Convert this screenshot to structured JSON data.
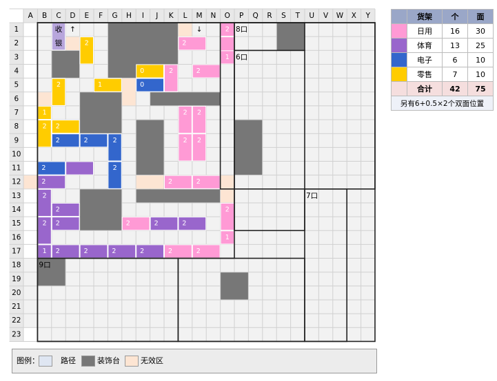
{
  "columns": [
    "A",
    "B",
    "C",
    "D",
    "E",
    "F",
    "G",
    "H",
    "I",
    "J",
    "K",
    "L",
    "M",
    "N",
    "O",
    "P",
    "Q",
    "R",
    "S",
    "T",
    "U",
    "V",
    "W",
    "X",
    "Y"
  ],
  "rows": [
    "1",
    "2",
    "3",
    "4",
    "5",
    "6",
    "7",
    "8",
    "9",
    "10",
    "11",
    "12",
    "13",
    "14",
    "15",
    "16",
    "17",
    "18",
    "19",
    "20",
    "21",
    "22",
    "23"
  ],
  "colors": {
    "pink": "#ff9ad5",
    "purple": "#9966cc",
    "blue": "#3366cc",
    "yellow": "#ffcc00",
    "gray": "#777777",
    "path": "#f2f2f2",
    "invalid": "#fde5d3",
    "cashier": "#b8a6dc"
  },
  "regions": [
    {
      "type": "path",
      "c0": 1,
      "c1": 25,
      "r0": 0,
      "r1": 23
    },
    {
      "type": "path",
      "c0": 0,
      "c1": 25,
      "r0": 17,
      "r1": 22
    }
  ],
  "shelves": [
    {
      "type": "gray",
      "c0": 6,
      "c1": 11,
      "r0": 0,
      "r1": 4
    },
    {
      "type": "gray",
      "c0": 9,
      "c1": 11,
      "r0": 3,
      "r1": 4
    },
    {
      "type": "gray",
      "c0": 18,
      "c1": 20,
      "r0": 0,
      "r1": 2
    },
    {
      "type": "gray",
      "c0": 2,
      "c1": 4,
      "r0": 2,
      "r1": 4
    },
    {
      "type": "gray",
      "c0": 4,
      "c1": 7,
      "r0": 5,
      "r1": 8
    },
    {
      "type": "gray",
      "c0": 9,
      "c1": 14,
      "r0": 5,
      "r1": 6
    },
    {
      "type": "gray",
      "c0": 8,
      "c1": 10,
      "r0": 7,
      "r1": 11
    },
    {
      "type": "gray",
      "c0": 15,
      "c1": 17,
      "r0": 7,
      "r1": 11
    },
    {
      "type": "gray",
      "c0": 4,
      "c1": 7,
      "r0": 12,
      "r1": 15
    },
    {
      "type": "gray",
      "c0": 8,
      "c1": 14,
      "r0": 12,
      "r1": 13
    },
    {
      "type": "gray",
      "c0": 1,
      "c1": 3,
      "r0": 17,
      "r1": 19
    },
    {
      "type": "gray",
      "c0": 14,
      "c1": 16,
      "r0": 18,
      "r1": 20
    },
    {
      "type": "invalid",
      "c0": 11,
      "c1": 12,
      "r0": 0,
      "r1": 1
    },
    {
      "type": "invalid",
      "c0": 3,
      "c1": 4,
      "r0": 1,
      "r1": 2
    },
    {
      "type": "invalid",
      "c0": 7,
      "c1": 8,
      "r0": 4,
      "r1": 6
    },
    {
      "type": "invalid",
      "c0": 1,
      "c1": 3,
      "r0": 5,
      "r1": 6
    },
    {
      "type": "invalid",
      "c0": 0,
      "c1": 1,
      "r0": 11,
      "r1": 12
    },
    {
      "type": "invalid",
      "c0": 8,
      "c1": 10,
      "r0": 11,
      "r1": 12
    },
    {
      "type": "invalid",
      "c0": 14,
      "c1": 15,
      "r0": 11,
      "r1": 13
    },
    {
      "type": "cashier",
      "c0": 2,
      "c1": 3,
      "r0": 0,
      "r1": 2
    },
    {
      "type": "pink",
      "c0": 14,
      "c1": 15,
      "r0": 0,
      "r1": 1,
      "label": "2"
    },
    {
      "type": "pink",
      "c0": 11,
      "c1": 13,
      "r0": 1,
      "r1": 2,
      "label": "2"
    },
    {
      "type": "pink",
      "c0": 14,
      "c1": 15,
      "r0": 1,
      "r1": 3,
      "label": ""
    },
    {
      "type": "pink",
      "c0": 14,
      "c1": 15,
      "r0": 2,
      "r1": 3,
      "label": "1"
    },
    {
      "type": "pink",
      "c0": 10,
      "c1": 11,
      "r0": 3,
      "r1": 5,
      "label": "2"
    },
    {
      "type": "pink",
      "c0": 12,
      "c1": 14,
      "r0": 3,
      "r1": 4,
      "label": "2"
    },
    {
      "type": "pink",
      "c0": 11,
      "c1": 12,
      "r0": 6,
      "r1": 8,
      "label": "2"
    },
    {
      "type": "pink",
      "c0": 12,
      "c1": 13,
      "r0": 6,
      "r1": 8,
      "label": "2"
    },
    {
      "type": "pink",
      "c0": 11,
      "c1": 12,
      "r0": 8,
      "r1": 10,
      "label": "2"
    },
    {
      "type": "pink",
      "c0": 12,
      "c1": 13,
      "r0": 8,
      "r1": 10,
      "label": "2"
    },
    {
      "type": "pink",
      "c0": 10,
      "c1": 12,
      "r0": 11,
      "r1": 12,
      "label": "2"
    },
    {
      "type": "pink",
      "c0": 12,
      "c1": 14,
      "r0": 11,
      "r1": 12,
      "label": "2"
    },
    {
      "type": "pink",
      "c0": 14,
      "c1": 15,
      "r0": 13,
      "r1": 15,
      "label": "2"
    },
    {
      "type": "pink",
      "c0": 14,
      "c1": 15,
      "r0": 15,
      "r1": 16,
      "label": "1"
    },
    {
      "type": "pink",
      "c0": 7,
      "c1": 9,
      "r0": 14,
      "r1": 15,
      "label": "2"
    },
    {
      "type": "pink",
      "c0": 10,
      "c1": 12,
      "r0": 16,
      "r1": 17,
      "label": "2"
    },
    {
      "type": "pink",
      "c0": 12,
      "c1": 14,
      "r0": 16,
      "r1": 17,
      "label": "2"
    },
    {
      "type": "purple",
      "c0": 1,
      "c1": 2,
      "r0": 12,
      "r1": 14,
      "label": "2"
    },
    {
      "type": "purple",
      "c0": 1,
      "c1": 2,
      "r0": 14,
      "r1": 16,
      "label": "2"
    },
    {
      "type": "purple",
      "c0": 1,
      "c1": 2,
      "r0": 16,
      "r1": 17,
      "label": "1"
    },
    {
      "type": "purple",
      "c0": 2,
      "c1": 4,
      "r0": 16,
      "r1": 17,
      "label": "2"
    },
    {
      "type": "purple",
      "c0": 4,
      "c1": 6,
      "r0": 16,
      "r1": 17,
      "label": "2"
    },
    {
      "type": "purple",
      "c0": 6,
      "c1": 8,
      "r0": 16,
      "r1": 17,
      "label": "2"
    },
    {
      "type": "purple",
      "c0": 8,
      "c1": 10,
      "r0": 16,
      "r1": 17,
      "label": "2"
    },
    {
      "type": "purple",
      "c0": 2,
      "c1": 4,
      "r0": 13,
      "r1": 14,
      "label": "2"
    },
    {
      "type": "purple",
      "c0": 2,
      "c1": 4,
      "r0": 14,
      "r1": 15,
      "label": "2"
    },
    {
      "type": "purple",
      "c0": 9,
      "c1": 11,
      "r0": 14,
      "r1": 15,
      "label": "2"
    },
    {
      "type": "purple",
      "c0": 11,
      "c1": 13,
      "r0": 14,
      "r1": 15,
      "label": "2"
    },
    {
      "type": "purple",
      "c0": 3,
      "c1": 5,
      "r0": 10,
      "r1": 11,
      "label": ""
    },
    {
      "type": "purple",
      "c0": 1,
      "c1": 3,
      "r0": 11,
      "r1": 12,
      "label": "2"
    },
    {
      "type": "blue",
      "c0": 1,
      "c1": 3,
      "r0": 10,
      "r1": 11,
      "label": "2"
    },
    {
      "type": "blue",
      "c0": 2,
      "c1": 4,
      "r0": 8,
      "r1": 9,
      "label": "2"
    },
    {
      "type": "blue",
      "c0": 4,
      "c1": 6,
      "r0": 8,
      "r1": 9,
      "label": "2"
    },
    {
      "type": "blue",
      "c0": 6,
      "c1": 7,
      "r0": 8,
      "r1": 10,
      "label": "2"
    },
    {
      "type": "blue",
      "c0": 6,
      "c1": 7,
      "r0": 10,
      "r1": 12,
      "label": "2"
    },
    {
      "type": "blue",
      "c0": 8,
      "c1": 10,
      "r0": 4,
      "r1": 5,
      "label": "0"
    },
    {
      "type": "yellow",
      "c0": 4,
      "c1": 5,
      "r0": 1,
      "r1": 3,
      "label": "2"
    },
    {
      "type": "yellow",
      "c0": 2,
      "c1": 3,
      "r0": 4,
      "r1": 6,
      "label": "2"
    },
    {
      "type": "yellow",
      "c0": 5,
      "c1": 7,
      "r0": 4,
      "r1": 5,
      "label": "1"
    },
    {
      "type": "yellow",
      "c0": 8,
      "c1": 10,
      "r0": 3,
      "r1": 4,
      "label": "0"
    },
    {
      "type": "yellow",
      "c0": 1,
      "c1": 2,
      "r0": 6,
      "r1": 7,
      "label": "1"
    },
    {
      "type": "yellow",
      "c0": 1,
      "c1": 2,
      "r0": 7,
      "r1": 9,
      "label": "2"
    },
    {
      "type": "yellow",
      "c0": 2,
      "c1": 4,
      "r0": 7,
      "r1": 8,
      "label": "2"
    }
  ],
  "walls": [
    {
      "c0": 1,
      "c1": 25,
      "r0": 0,
      "r1": 23
    },
    {
      "c0": 14,
      "c1": 25,
      "r0": 0,
      "r1": 12
    },
    {
      "c0": 15,
      "c1": 20,
      "r0": 0,
      "r1": 2
    },
    {
      "c0": 15,
      "c1": 20,
      "r0": 2,
      "r1": 15
    },
    {
      "c0": 20,
      "c1": 23,
      "r0": 12,
      "r1": 23
    },
    {
      "c0": 11,
      "c1": 20,
      "r0": 17,
      "r1": 23
    },
    {
      "c0": 1,
      "c1": 11,
      "r0": 17,
      "r1": 23
    },
    {
      "c0": 1,
      "c1": 15,
      "r0": 0,
      "r1": 17
    }
  ],
  "texts": [
    {
      "c": 2,
      "r": 0,
      "text": "收"
    },
    {
      "c": 2,
      "r": 1,
      "text": "银"
    },
    {
      "c": 3,
      "r": 0,
      "text": "↑"
    },
    {
      "c": 12,
      "r": 0,
      "text": "↓"
    },
    {
      "c": 15,
      "r": 0,
      "text": "8口",
      "align": "left"
    },
    {
      "c": 15,
      "r": 2,
      "text": "6口",
      "align": "left"
    },
    {
      "c": 20,
      "r": 12,
      "text": "7口",
      "align": "left"
    },
    {
      "c": 1,
      "r": 17,
      "text": "9口",
      "align": "left"
    }
  ],
  "legend": {
    "title": "图例：",
    "items": [
      {
        "label": "路径",
        "color": "#dfe6f2"
      },
      {
        "label": "装饰台",
        "color": "#777777"
      },
      {
        "label": "无效区",
        "color": "#fde5d3"
      }
    ]
  },
  "stats": {
    "headers": [
      "货架",
      "个",
      "面"
    ],
    "rows": [
      {
        "color": "#ff9ad5",
        "name": "日用",
        "count": "16",
        "faces": "30"
      },
      {
        "color": "#9966cc",
        "name": "体育",
        "count": "13",
        "faces": "25"
      },
      {
        "color": "#3366cc",
        "name": "电子",
        "count": "6",
        "faces": "10"
      },
      {
        "color": "#ffcc00",
        "name": "零售",
        "count": "7",
        "faces": "10"
      }
    ],
    "total": {
      "name": "合计",
      "count": "42",
      "faces": "75"
    },
    "note": "另有6+0.5×2个双面位置"
  }
}
